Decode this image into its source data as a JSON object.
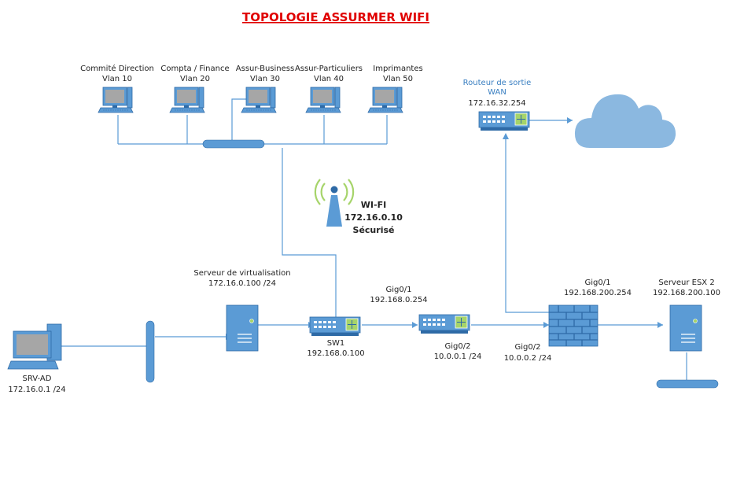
{
  "title": "TOPOLOGIE ASSURMER WIFI",
  "colors": {
    "title": "#e00000",
    "device": "#5b9bd5",
    "device_dark": "#2e6aa6",
    "screen": "#a6a6a6",
    "cloud": "#8bb8e0",
    "wan_label": "#3a7fc1"
  },
  "workstations": [
    {
      "name": "Commité Direction",
      "vlan": "Vlan 10",
      "icon": "computer-icon"
    },
    {
      "name": "Compta / Finance",
      "vlan": "Vlan 20",
      "icon": "computer-icon"
    },
    {
      "name": "Assur-Business",
      "vlan": "Vlan 30",
      "icon": "computer-icon"
    },
    {
      "name": "Assur-Particuliers",
      "vlan": "Vlan 40",
      "icon": "computer-icon"
    },
    {
      "name": "Imprimantes",
      "vlan": "Vlan 50",
      "icon": "computer-icon"
    }
  ],
  "wan_router": {
    "line1": "Routeur de sortie",
    "line2": "WAN",
    "ip": "172.16.32.254",
    "icon": "router-icon"
  },
  "cloud": {
    "icon": "cloud-icon"
  },
  "wifi": {
    "name": "WI-FI",
    "ip": "172.16.0.10",
    "status": "Sécurisé",
    "icon": "wifi-antenna-icon"
  },
  "virt_server": {
    "name": "Serveur de virtualisation",
    "ip": "172.16.0.100 /24",
    "icon": "server-icon"
  },
  "sw1": {
    "name": "SW1",
    "ip": "192.168.0.100",
    "icon": "switch-icon"
  },
  "router": {
    "if_top": "Gig0/1",
    "ip_top": "192.168.0.254",
    "if_bottom": "Gig0/2",
    "ip_bottom": "10.0.0.1 /24",
    "icon": "router-icon"
  },
  "firewall": {
    "if_top": "Gig0/1",
    "ip_top": "192.168.200.254",
    "if_left": "Gig0/2",
    "ip_left": "10.0.0.2 /24",
    "icon": "firewall-icon"
  },
  "esx": {
    "name": "Serveur ESX 2",
    "ip": "192.168.200.100",
    "icon": "server-icon"
  },
  "srv_ad": {
    "name": "SRV-AD",
    "ip": "172.16.0.1 /24",
    "icon": "computer-icon"
  }
}
